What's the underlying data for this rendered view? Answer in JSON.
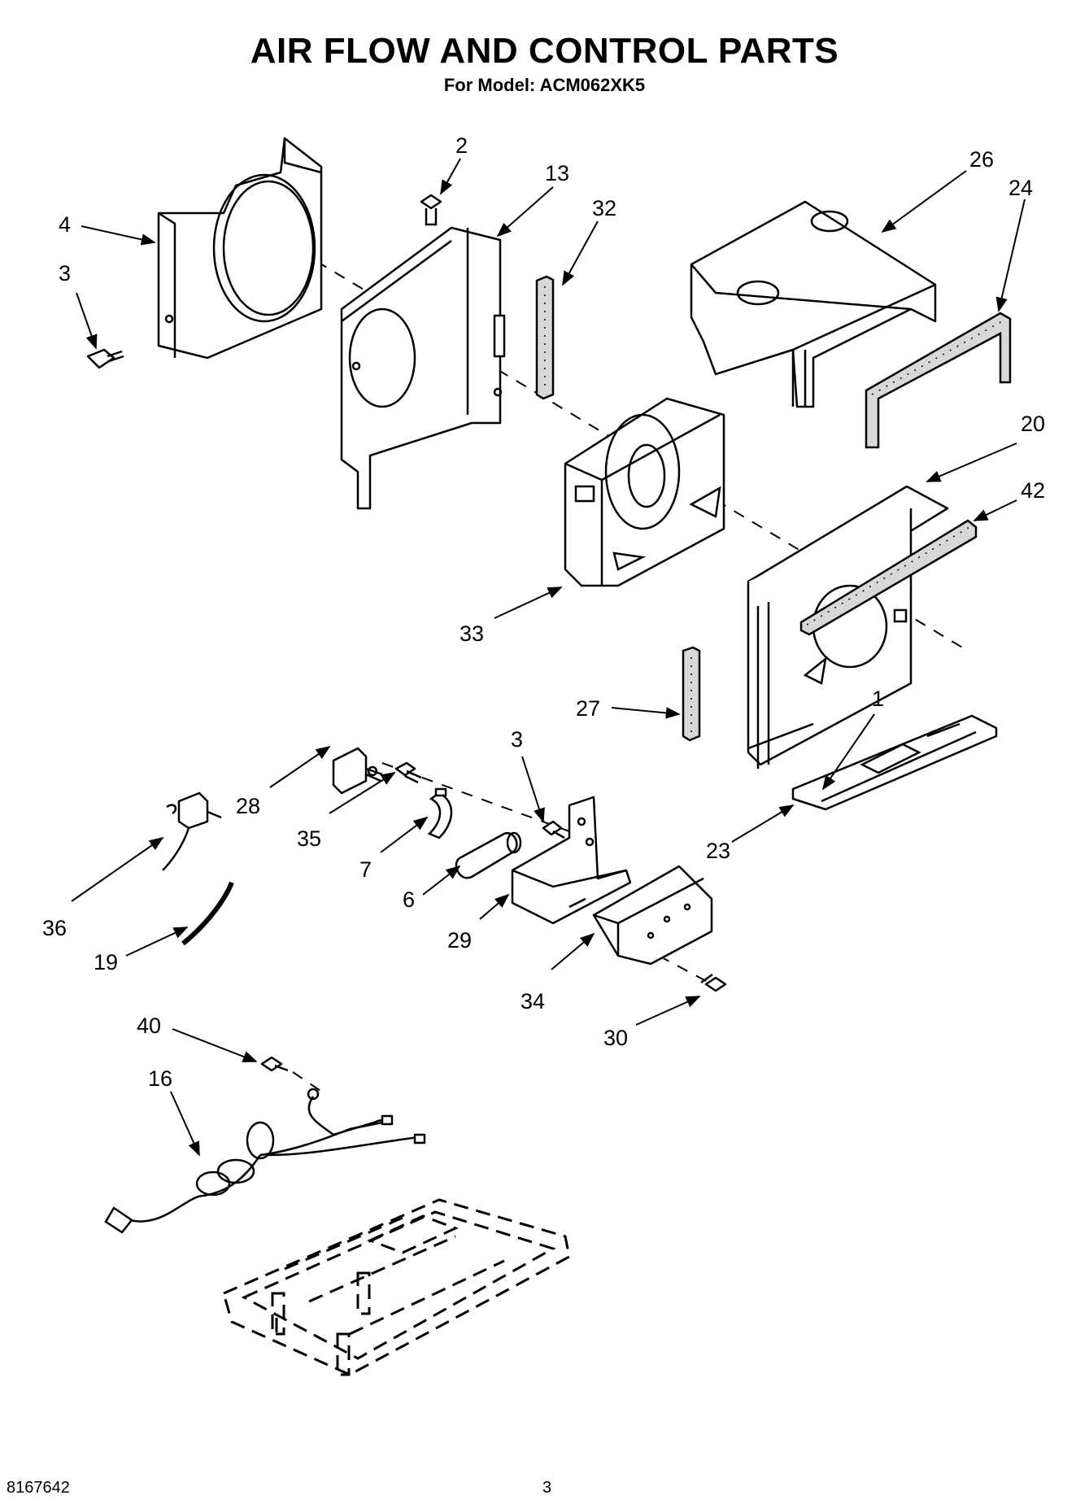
{
  "header": {
    "title": "AIR FLOW AND CONTROL PARTS",
    "subtitle": "For Model: ACM062XK5"
  },
  "footer": {
    "doc_number": "8167642",
    "page_number": "3"
  },
  "callouts": [
    {
      "id": "c2",
      "label": "2"
    },
    {
      "id": "c13",
      "label": "13"
    },
    {
      "id": "c32",
      "label": "32"
    },
    {
      "id": "c26",
      "label": "26"
    },
    {
      "id": "c24",
      "label": "24"
    },
    {
      "id": "c4",
      "label": "4"
    },
    {
      "id": "c3a",
      "label": "3"
    },
    {
      "id": "c20",
      "label": "20"
    },
    {
      "id": "c42",
      "label": "42"
    },
    {
      "id": "c33",
      "label": "33"
    },
    {
      "id": "c1",
      "label": "1"
    },
    {
      "id": "c27",
      "label": "27"
    },
    {
      "id": "c3b",
      "label": "3"
    },
    {
      "id": "c28",
      "label": "28"
    },
    {
      "id": "c35",
      "label": "35"
    },
    {
      "id": "c7",
      "label": "7"
    },
    {
      "id": "c6",
      "label": "6"
    },
    {
      "id": "c29",
      "label": "29"
    },
    {
      "id": "c23",
      "label": "23"
    },
    {
      "id": "c36",
      "label": "36"
    },
    {
      "id": "c19",
      "label": "19"
    },
    {
      "id": "c34",
      "label": "34"
    },
    {
      "id": "c30",
      "label": "30"
    },
    {
      "id": "c40",
      "label": "40"
    },
    {
      "id": "c16",
      "label": "16"
    }
  ]
}
